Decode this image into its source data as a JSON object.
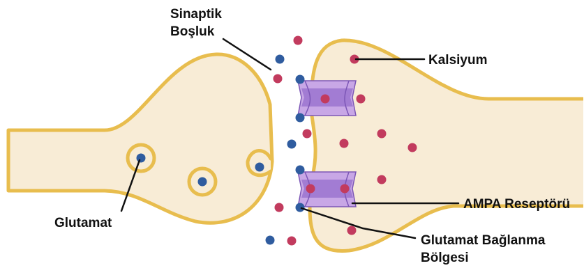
{
  "labels": {
    "synaptic_cleft_line1": "Sinaptik",
    "synaptic_cleft_line2": "Boşluk",
    "calcium": "Kalsiyum",
    "glutamate": "Glutamat",
    "ampa_receptor": "AMPA Reseptörü",
    "binding_site_line1": "Glutamat Bağlanma",
    "binding_site_line2": "Bölgesi"
  },
  "colors": {
    "membrane": "#e8bd4e",
    "cytoplasm": "#f8ecd6",
    "glutamate": "#2f5c9f",
    "calcium": "#c23b5e",
    "receptor_light": "#c8a7e6",
    "receptor_dark": "#9b74cf",
    "receptor_outline": "#7c56b6",
    "pointer": "#111111"
  }
}
